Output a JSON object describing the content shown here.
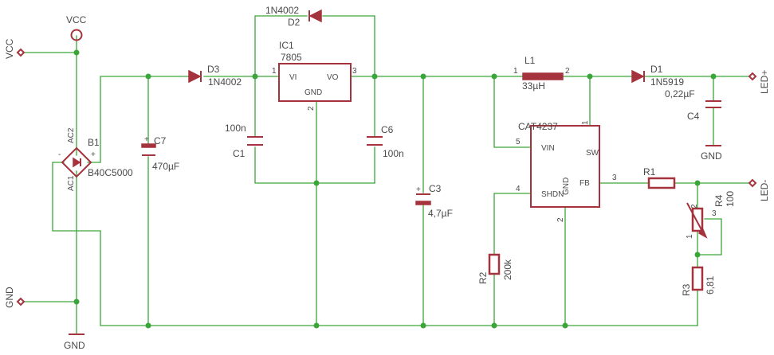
{
  "schematic": {
    "supply": {
      "vcc_top": "VCC",
      "vcc_left": "VCC",
      "gnd_left": "GND",
      "gnd_bottom": "GND",
      "gnd_c4": "GND"
    },
    "outputs": {
      "led_plus": "LED+",
      "led_minus": "LED-"
    },
    "bridge": {
      "name": "B1",
      "part": "B40C5000",
      "ac1": "AC1",
      "ac2": "AC2",
      "plus": "+",
      "minus": "-"
    },
    "c7": {
      "name": "C7",
      "value": "470µF",
      "plus": "+"
    },
    "d3": {
      "name": "D3",
      "part": "1N4002"
    },
    "d2": {
      "name": "D2",
      "part": "1N4002"
    },
    "ic1": {
      "name": "IC1",
      "part": "7805",
      "vi": "VI",
      "vo": "VO",
      "gnd": "GND",
      "pin1": "1",
      "pin2": "2",
      "pin3": "3"
    },
    "c1": {
      "name": "C1",
      "value": "100n"
    },
    "c6": {
      "name": "C6",
      "value": "100n"
    },
    "c3": {
      "name": "C3",
      "value": "4,7µF",
      "plus": "+"
    },
    "l1": {
      "name": "L1",
      "value": "33µH",
      "pin1": "1",
      "pin2": "2"
    },
    "d1": {
      "name": "D1",
      "part": "1N5919"
    },
    "c4": {
      "name": "C4",
      "value": "0,22µF"
    },
    "ic2": {
      "part": "CAT4237",
      "vin": "VIN",
      "sw": "SW",
      "shdn": "SHDN",
      "gnd": "GND",
      "fb": "FB",
      "pin1": "1",
      "pin2": "2",
      "pin3": "3",
      "pin4": "4",
      "pin5": "5"
    },
    "r1": {
      "name": "R1"
    },
    "r2": {
      "name": "R2",
      "value": "200k"
    },
    "r3": {
      "name": "R3",
      "value": "6,81"
    },
    "r4": {
      "name": "R4",
      "value": "100",
      "pin1": "1",
      "pin2": "2",
      "pin3": "3"
    }
  }
}
